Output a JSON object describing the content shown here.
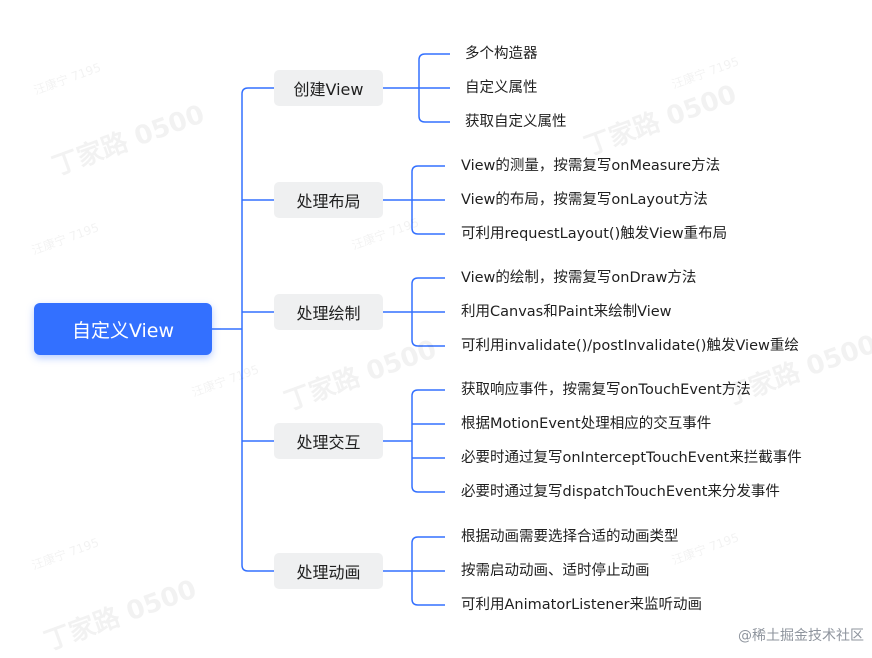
{
  "mindmap": {
    "root": "自定义View",
    "branches": [
      {
        "label": "创建View",
        "items": [
          "多个构造器",
          "自定义属性",
          "获取自定义属性"
        ]
      },
      {
        "label": "处理布局",
        "items": [
          "View的测量，按需复写onMeasure方法",
          "View的布局，按需复写onLayout方法",
          "可利用requestLayout()触发View重布局"
        ]
      },
      {
        "label": "处理绘制",
        "items": [
          "View的绘制，按需复写onDraw方法",
          "利用Canvas和Paint来绘制View",
          "可利用invalidate()/postInvalidate()触发View重绘"
        ]
      },
      {
        "label": "处理交互",
        "items": [
          "获取响应事件，按需复写onTouchEvent方法",
          "根据MotionEvent处理相应的交互事件",
          "必要时通过复写onInterceptTouchEvent来拦截事件",
          "必要时通过复写dispatchTouchEvent来分发事件"
        ]
      },
      {
        "label": "处理动画",
        "items": [
          "根据动画需要选择合适的动画类型",
          "按需启动动画、适时停止动画",
          "可利用AnimatorListener来监听动画"
        ]
      }
    ]
  },
  "watermark": {
    "big": "丁家路 0500",
    "small": "汪康宁 7195"
  },
  "credit": "@稀土掘金技术社区",
  "colors": {
    "accent": "#3370ff",
    "line": "#3370ff",
    "category_bg": "#eff0f1"
  }
}
